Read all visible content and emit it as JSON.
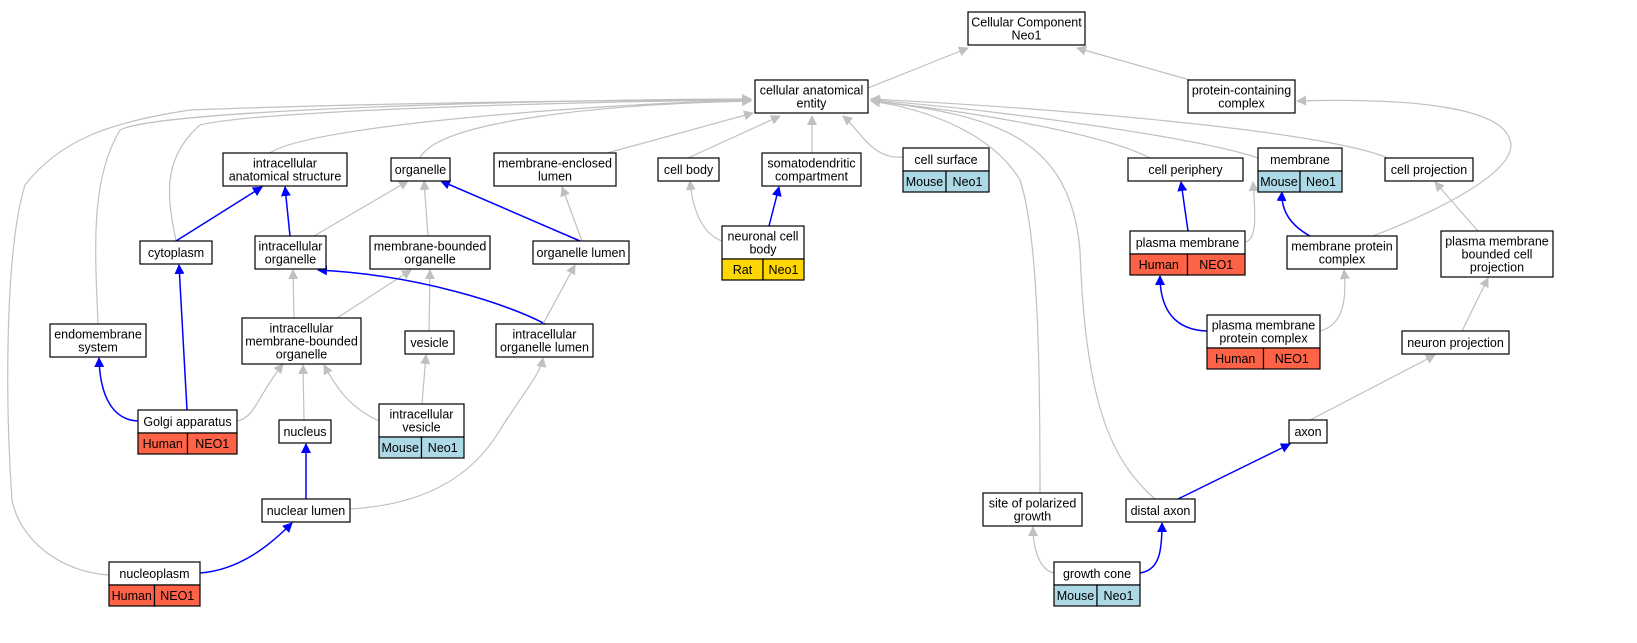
{
  "colors": {
    "is_a_edge": "#c0c0c0",
    "part_of_edge": "#0000ff",
    "node_border": "#000000",
    "node_fill": "#ffffff",
    "human": "#ff6347",
    "mouse": "#add8e6",
    "rat": "#ffd700"
  },
  "nodes": [
    {
      "id": "root",
      "lines": [
        "Cellular Component",
        "Neo1"
      ]
    },
    {
      "id": "cae",
      "lines": [
        "cellular anatomical",
        "entity"
      ]
    },
    {
      "id": "pcc",
      "lines": [
        "protein-containing",
        "complex"
      ]
    },
    {
      "id": "ias",
      "lines": [
        "intracellular",
        "anatomical structure"
      ]
    },
    {
      "id": "organelle",
      "lines": [
        "organelle"
      ]
    },
    {
      "id": "mel",
      "lines": [
        "membrane-enclosed",
        "lumen"
      ]
    },
    {
      "id": "cellbody",
      "lines": [
        "cell body"
      ]
    },
    {
      "id": "sdc",
      "lines": [
        "somatodendritic",
        "compartment"
      ]
    },
    {
      "id": "cellsurface",
      "lines": [
        "cell surface"
      ],
      "annotations": [
        {
          "species": "Mouse",
          "gene": "Neo1",
          "color": "mouse"
        }
      ]
    },
    {
      "id": "periphery",
      "lines": [
        "cell periphery"
      ]
    },
    {
      "id": "membrane",
      "lines": [
        "membrane"
      ],
      "annotations": [
        {
          "species": "Mouse",
          "gene": "Neo1",
          "color": "mouse"
        }
      ]
    },
    {
      "id": "cellproj",
      "lines": [
        "cell projection"
      ]
    },
    {
      "id": "cytoplasm",
      "lines": [
        "cytoplasm"
      ]
    },
    {
      "id": "io",
      "lines": [
        "intracellular",
        "organelle"
      ]
    },
    {
      "id": "mbo",
      "lines": [
        "membrane-bounded",
        "organelle"
      ]
    },
    {
      "id": "ol",
      "lines": [
        "organelle lumen"
      ]
    },
    {
      "id": "ncb",
      "lines": [
        "neuronal cell",
        "body"
      ],
      "annotations": [
        {
          "species": "Rat",
          "gene": "Neo1",
          "color": "rat"
        }
      ]
    },
    {
      "id": "pm",
      "lines": [
        "plasma membrane"
      ],
      "annotations": [
        {
          "species": "Human",
          "gene": "NEO1",
          "color": "human"
        }
      ]
    },
    {
      "id": "mpc",
      "lines": [
        "membrane protein",
        "complex"
      ]
    },
    {
      "id": "pmbcp",
      "lines": [
        "plasma membrane",
        "bounded cell",
        "projection"
      ]
    },
    {
      "id": "endo",
      "lines": [
        "endomembrane",
        "system"
      ]
    },
    {
      "id": "imbo",
      "lines": [
        "intracellular",
        "membrane-bounded",
        "organelle"
      ]
    },
    {
      "id": "vesicle",
      "lines": [
        "vesicle"
      ]
    },
    {
      "id": "iol",
      "lines": [
        "intracellular",
        "organelle lumen"
      ]
    },
    {
      "id": "pmpc",
      "lines": [
        "plasma membrane",
        "protein complex"
      ],
      "annotations": [
        {
          "species": "Human",
          "gene": "NEO1",
          "color": "human"
        }
      ]
    },
    {
      "id": "np",
      "lines": [
        "neuron projection"
      ]
    },
    {
      "id": "golgi",
      "lines": [
        "Golgi apparatus"
      ],
      "annotations": [
        {
          "species": "Human",
          "gene": "NEO1",
          "color": "human"
        }
      ]
    },
    {
      "id": "nucleus",
      "lines": [
        "nucleus"
      ]
    },
    {
      "id": "iv",
      "lines": [
        "intracellular",
        "vesicle"
      ],
      "annotations": [
        {
          "species": "Mouse",
          "gene": "Neo1",
          "color": "mouse"
        }
      ]
    },
    {
      "id": "axon",
      "lines": [
        "axon"
      ]
    },
    {
      "id": "nl",
      "lines": [
        "nuclear lumen"
      ]
    },
    {
      "id": "spg",
      "lines": [
        "site of polarized",
        "growth"
      ]
    },
    {
      "id": "distal",
      "lines": [
        "distal axon"
      ]
    },
    {
      "id": "nucleoplasm",
      "lines": [
        "nucleoplasm"
      ],
      "annotations": [
        {
          "species": "Human",
          "gene": "NEO1",
          "color": "human"
        }
      ]
    },
    {
      "id": "growthcone",
      "lines": [
        "growth cone"
      ],
      "annotations": [
        {
          "species": "Mouse",
          "gene": "Neo1",
          "color": "mouse"
        }
      ]
    }
  ],
  "edges": [
    {
      "from": "cae",
      "to": "root",
      "type": "is_a"
    },
    {
      "from": "pcc",
      "to": "root",
      "type": "is_a"
    },
    {
      "from": "ias",
      "to": "cae",
      "type": "is_a"
    },
    {
      "from": "organelle",
      "to": "cae",
      "type": "is_a"
    },
    {
      "from": "mel",
      "to": "cae",
      "type": "is_a"
    },
    {
      "from": "cellbody",
      "to": "cae",
      "type": "is_a"
    },
    {
      "from": "sdc",
      "to": "cae",
      "type": "is_a"
    },
    {
      "from": "cellsurface",
      "to": "cae",
      "type": "is_a"
    },
    {
      "from": "periphery",
      "to": "cae",
      "type": "is_a"
    },
    {
      "from": "membrane",
      "to": "cae",
      "type": "is_a"
    },
    {
      "from": "cellproj",
      "to": "cae",
      "type": "is_a"
    },
    {
      "from": "cytoplasm",
      "to": "cae",
      "type": "is_a"
    },
    {
      "from": "endo",
      "to": "cae",
      "type": "is_a"
    },
    {
      "from": "nucleoplasm",
      "to": "cae",
      "type": "is_a"
    },
    {
      "from": "spg",
      "to": "cae",
      "type": "is_a"
    },
    {
      "from": "distal",
      "to": "cae",
      "type": "is_a"
    },
    {
      "from": "mpc",
      "to": "pcc",
      "type": "is_a"
    },
    {
      "from": "cytoplasm",
      "to": "ias",
      "type": "part_of"
    },
    {
      "from": "io",
      "to": "ias",
      "type": "part_of"
    },
    {
      "from": "io",
      "to": "organelle",
      "type": "is_a"
    },
    {
      "from": "mbo",
      "to": "organelle",
      "type": "is_a"
    },
    {
      "from": "ol",
      "to": "organelle",
      "type": "part_of"
    },
    {
      "from": "ol",
      "to": "mel",
      "type": "is_a"
    },
    {
      "from": "ncb",
      "to": "cellbody",
      "type": "is_a"
    },
    {
      "from": "ncb",
      "to": "sdc",
      "type": "part_of"
    },
    {
      "from": "pm",
      "to": "periphery",
      "type": "part_of"
    },
    {
      "from": "pm",
      "to": "membrane",
      "type": "is_a"
    },
    {
      "from": "mpc",
      "to": "membrane",
      "type": "part_of"
    },
    {
      "from": "pmbcp",
      "to": "cellproj",
      "type": "is_a"
    },
    {
      "from": "golgi",
      "to": "cytoplasm",
      "type": "part_of"
    },
    {
      "from": "golgi",
      "to": "endo",
      "type": "part_of"
    },
    {
      "from": "golgi",
      "to": "imbo",
      "type": "is_a"
    },
    {
      "from": "imbo",
      "to": "io",
      "type": "is_a"
    },
    {
      "from": "imbo",
      "to": "mbo",
      "type": "is_a"
    },
    {
      "from": "vesicle",
      "to": "mbo",
      "type": "is_a"
    },
    {
      "from": "iol",
      "to": "io",
      "type": "part_of"
    },
    {
      "from": "iol",
      "to": "ol",
      "type": "is_a"
    },
    {
      "from": "nucleus",
      "to": "imbo",
      "type": "is_a"
    },
    {
      "from": "iv",
      "to": "imbo",
      "type": "is_a"
    },
    {
      "from": "iv",
      "to": "vesicle",
      "type": "is_a"
    },
    {
      "from": "nl",
      "to": "nucleus",
      "type": "part_of"
    },
    {
      "from": "nl",
      "to": "iol",
      "type": "is_a"
    },
    {
      "from": "nucleoplasm",
      "to": "nl",
      "type": "part_of"
    },
    {
      "from": "pmpc",
      "to": "pm",
      "type": "part_of"
    },
    {
      "from": "pmpc",
      "to": "mpc",
      "type": "is_a"
    },
    {
      "from": "np",
      "to": "pmbcp",
      "type": "is_a"
    },
    {
      "from": "axon",
      "to": "np",
      "type": "is_a"
    },
    {
      "from": "distal",
      "to": "axon",
      "type": "part_of"
    },
    {
      "from": "growthcone",
      "to": "spg",
      "type": "is_a"
    },
    {
      "from": "growthcone",
      "to": "distal",
      "type": "part_of"
    }
  ]
}
